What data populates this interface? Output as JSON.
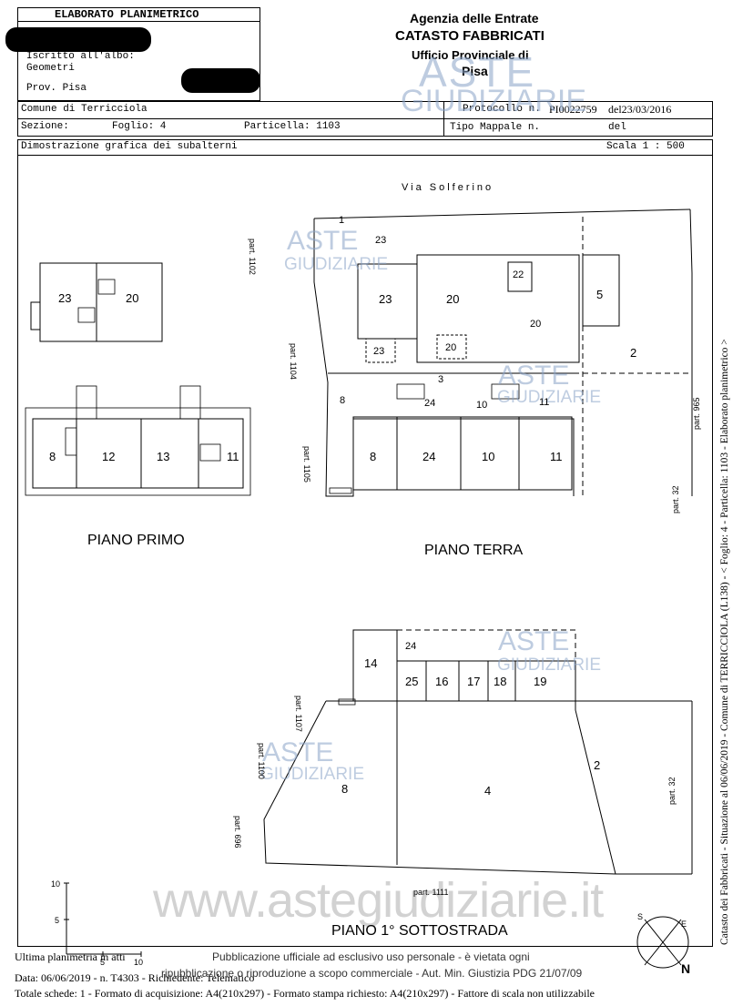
{
  "header": {
    "elaborato_title": "ELABORATO PLANIMETRICO",
    "iscritto": "Iscritto all'albo:",
    "iscritto_value": "Geometri",
    "prov": "Prov. Pisa",
    "agency_line1": "Agenzia delle Entrate",
    "agency_line2": "CATASTO FABBRICATI",
    "agency_line3": "Ufficio Provinciale di",
    "agency_line4": "Pisa"
  },
  "info": {
    "comune": "Comune di Terricciola",
    "sezione": "Sezione:",
    "foglio": "Foglio: 4",
    "particella": "Particella: 1103",
    "protocollo_label": "Protocollo n.",
    "protocollo_value": "PI0022759",
    "protocollo_del": "del23/03/2016",
    "tipo_mappale": "Tipo Mappale n.",
    "tipo_del": "del",
    "dimostrazione": "Dimostrazione grafica dei subalterni",
    "scala": "Scala 1 : 500"
  },
  "plan": {
    "street": "Via Solferino",
    "piano_primo": "PIANO PRIMO",
    "piano_terra": "PIANO TERRA",
    "piano_sotto": "PIANO 1° SOTTOSTRADA",
    "parts": {
      "p1102": "part. 1102",
      "p1104": "part. 1104",
      "p1105": "part. 1105",
      "p965": "part. 965",
      "p32a": "part. 32",
      "p1107": "part. 1107",
      "p1100": "part. 1100",
      "p696": "part. 696",
      "p32b": "part. 32",
      "p1111": "part. 1111"
    },
    "primo_labels": {
      "u23": "23",
      "u20": "20",
      "u8": "8",
      "u12": "12",
      "u13": "13",
      "u11": "11"
    },
    "terra_labels": {
      "u1": "1",
      "u23top": "23",
      "u22": "22",
      "u5": "5",
      "u23": "23",
      "u20": "20",
      "u20b": "20",
      "u23b": "23",
      "u20c": "20",
      "u2": "2",
      "u3": "3",
      "u8a": "8",
      "u24a": "24",
      "u10a": "10",
      "u11a": "11",
      "u8": "8",
      "u24": "24",
      "u10": "10",
      "u11": "11"
    },
    "sotto_labels": {
      "u14": "14",
      "u24": "24",
      "u25": "25",
      "u16": "16",
      "u17": "17",
      "u18": "18",
      "u19": "19",
      "u2": "2",
      "u8": "8",
      "u4": "4"
    },
    "scale_bar": {
      "t10": "10",
      "t5": "5",
      "t0": "0",
      "b5": "5",
      "b10": "10"
    },
    "compass": {
      "s": "S",
      "e": "E",
      "n": "N"
    }
  },
  "side_text": "Catasto dei Fabbricati - Situazione al 06/06/2019 - Comune di TERRICCIOLA (L138) - < Foglio: 4 - Particella: 1103 - Elaborato planimetrico >",
  "watermark": {
    "aste": "ASTE",
    "giudiziarie": "GIUDIZIARIE",
    "site": "www.astegiudiziarie.it"
  },
  "footer": {
    "ultima": "Ultima planimetria in atti",
    "data": "Data: 06/06/2019 - n. T4303 - Richiedente: Telematico",
    "totale": "Totale schede: 1 - Formato di acquisizione: A4(210x297) - Formato stampa richiesto: A4(210x297) - Fattore di scala non utilizzabile",
    "pubblicazione1": "Pubblicazione ufficiale ad esclusivo uso personale - è vietata ogni",
    "pubblicazione2": "ripubblicazione o riproduzione a scopo commerciale - Aut. Min. Giustizia PDG 21/07/09"
  }
}
